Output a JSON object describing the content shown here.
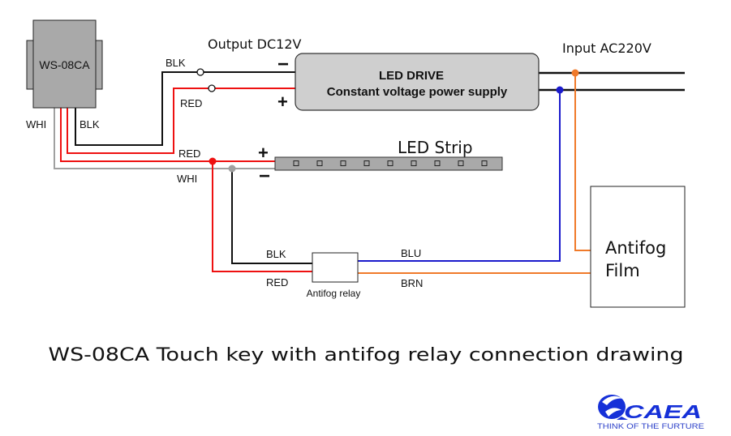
{
  "title": "WS-08CA  Touch key with antifog relay connection drawing",
  "touch_key": {
    "label": "WS-08CA",
    "wire_labels": {
      "whi": "WHI",
      "blk": "BLK"
    }
  },
  "led_drive": {
    "title": "LED DRIVE",
    "subtitle": "Constant voltage power supply",
    "output_label": "Output DC12V",
    "input_label": "Input AC220V",
    "minus": "−",
    "plus": "+"
  },
  "drive_terminals": {
    "blk": "BLK",
    "red": "RED"
  },
  "led_strip": {
    "label": "LED Strip",
    "plus": "+",
    "minus": "−",
    "led_count": 9
  },
  "strip_wires": {
    "red": "RED",
    "whi": "WHI"
  },
  "relay": {
    "label": "Antifog relay",
    "left_top": "BLK",
    "left_bottom": "RED",
    "right_top": "BLU",
    "right_bottom": "BRN"
  },
  "antifog_film": {
    "line1": "Antifog",
    "line2": "Film"
  },
  "logo": {
    "brand": "CAEA",
    "tagline": "THINK OF THE FURTURE"
  },
  "colors": {
    "black": "#111111",
    "red": "#ee1111",
    "gray": "#a0a0a0",
    "blue": "#1a1acc",
    "orange": "#f07a2a",
    "box_fill": "#a9a9a9",
    "drive_fill": "#cfcfcf",
    "strip_fill": "#a9a9a9",
    "logo_blue": "#1530d8"
  }
}
